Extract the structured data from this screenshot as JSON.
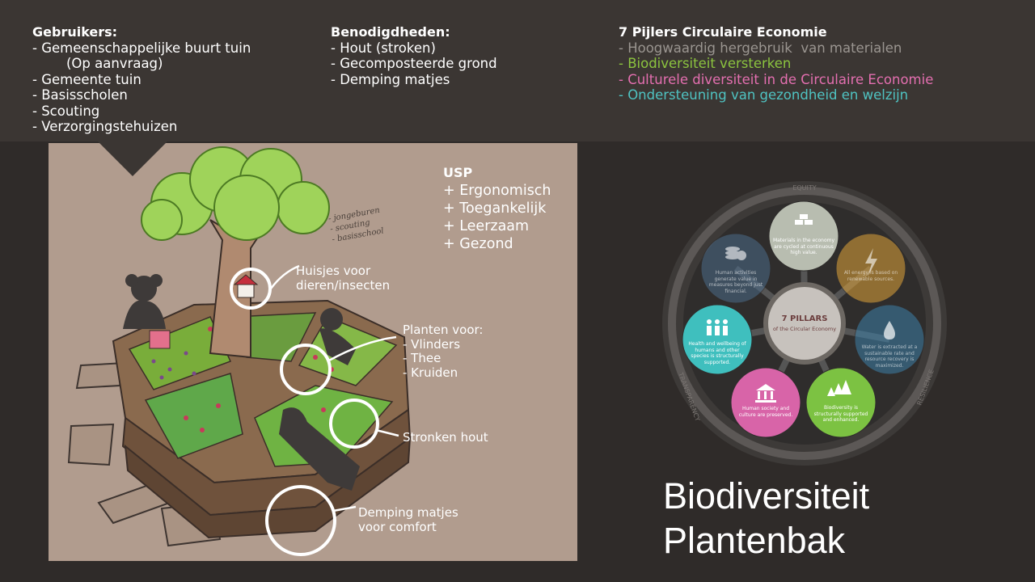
{
  "gebruikers": {
    "heading": "Gebruikers:",
    "items": [
      "- Gemeenschappelijke buurt tuin",
      "        (Op aanvraag)",
      "- Gemeente tuin",
      "- Basisscholen",
      "- Scouting",
      "- Verzorgingstehuizen"
    ]
  },
  "benodigdheden": {
    "heading": "Benodigdheden:",
    "items": [
      "- Hout (stroken)",
      "- Gecomposteerde grond",
      "- Demping matjes"
    ]
  },
  "pijlers": {
    "heading": "7 Pijlers Circulaire Economie",
    "items": [
      {
        "text": "- Hoogwaardig hergebruik  van materialen",
        "color": "#9a9590"
      },
      {
        "text": "- Biodiversiteit versterken",
        "color": "#8cc43f"
      },
      {
        "text": "- Culturele diversiteit in de Circulaire Economie",
        "color": "#e46fb0"
      },
      {
        "text": "- Ondersteuning van gezondheid en welzijn",
        "color": "#4fc3c2"
      }
    ]
  },
  "usp": {
    "heading": "USP",
    "items": [
      "+ Ergonomisch",
      "+ Toegankelijk",
      "+ Leerzaam",
      "+ Gezond"
    ]
  },
  "handwritten_note": [
    "- jongeburen",
    "- scouting",
    "- basisschool"
  ],
  "annotations": {
    "huisjes": "Huisjes voor\ndieren/insecten",
    "planten": "Planten voor:\n- Vlinders\n- Thee\n- Kruiden",
    "stronken": "Stronken hout",
    "demping": "Demping matjes\nvoor comfort"
  },
  "wheel": {
    "ring_labels": [
      "EQUITY",
      "TRANSPARENCY",
      "RESILIENCE"
    ],
    "center_title": "7 PILLARS",
    "center_subtitle": "of the Circular Economy",
    "pillars": [
      {
        "icon": "gold-bars-icon",
        "color": "#b8bdb0",
        "text": "Materials in the economy are cycled at continuous high value."
      },
      {
        "icon": "lightning-icon",
        "color": "#e0a43a",
        "text": "All energy is based on renewable sources."
      },
      {
        "icon": "water-drop-icon",
        "color": "#3d7fa8",
        "text": "Water is extracted at a sustainable rate and resource recovery is maximized."
      },
      {
        "icon": "trees-icon",
        "color": "#7cc242",
        "text": "Biodiversity is structurally supported and enhanced."
      },
      {
        "icon": "museum-icon",
        "color": "#d864a8",
        "text": "Human society and culture are preserved."
      },
      {
        "icon": "people-icon",
        "color": "#3fbfbe",
        "text": "Health and wellbeing of humans and other species is structurally supported."
      },
      {
        "icon": "coins-icon",
        "color": "#4b6b8a",
        "text": "Human activities generate value in measures beyond just financial."
      }
    ]
  },
  "title": [
    "Biodiversiteit",
    "Plantenbak"
  ]
}
